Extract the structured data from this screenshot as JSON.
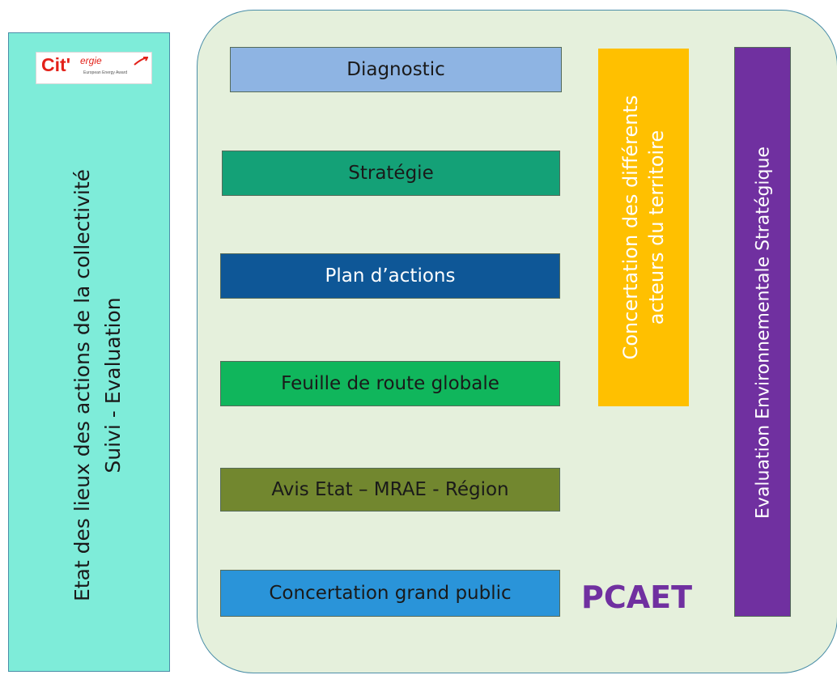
{
  "left_panel": {
    "logo": {
      "main": "Cit'",
      "super": "ergie",
      "tagline": "European Energy Award"
    },
    "line1": "Etat des lieux des actions de la collectivité",
    "line2": "Suivi  - Evaluation"
  },
  "steps": [
    "Diagnostic",
    "Stratégie",
    "Plan d’actions",
    "Feuille de route globale",
    "Avis Etat – MRAE - Région",
    "Concertation grand public"
  ],
  "pcaet_label": "PCAET",
  "concertation_column": {
    "line1": "Concertation des différents",
    "line2": "acteurs du territoire"
  },
  "evaluation_column": "Evaluation Environnementale Stratégique",
  "colors": {
    "left_panel": "#7eecd9",
    "container": "#e5f0dc",
    "diagnostic": "#8eb4e3",
    "strategie": "#14a177",
    "plan": "#0e5797",
    "feuille": "#10b65c",
    "avis": "#72872f",
    "concertation_public": "#2a94d9",
    "concertation_column": "#ffc000",
    "evaluation_column": "#7030a0",
    "pcaet_label": "#7030a0"
  }
}
